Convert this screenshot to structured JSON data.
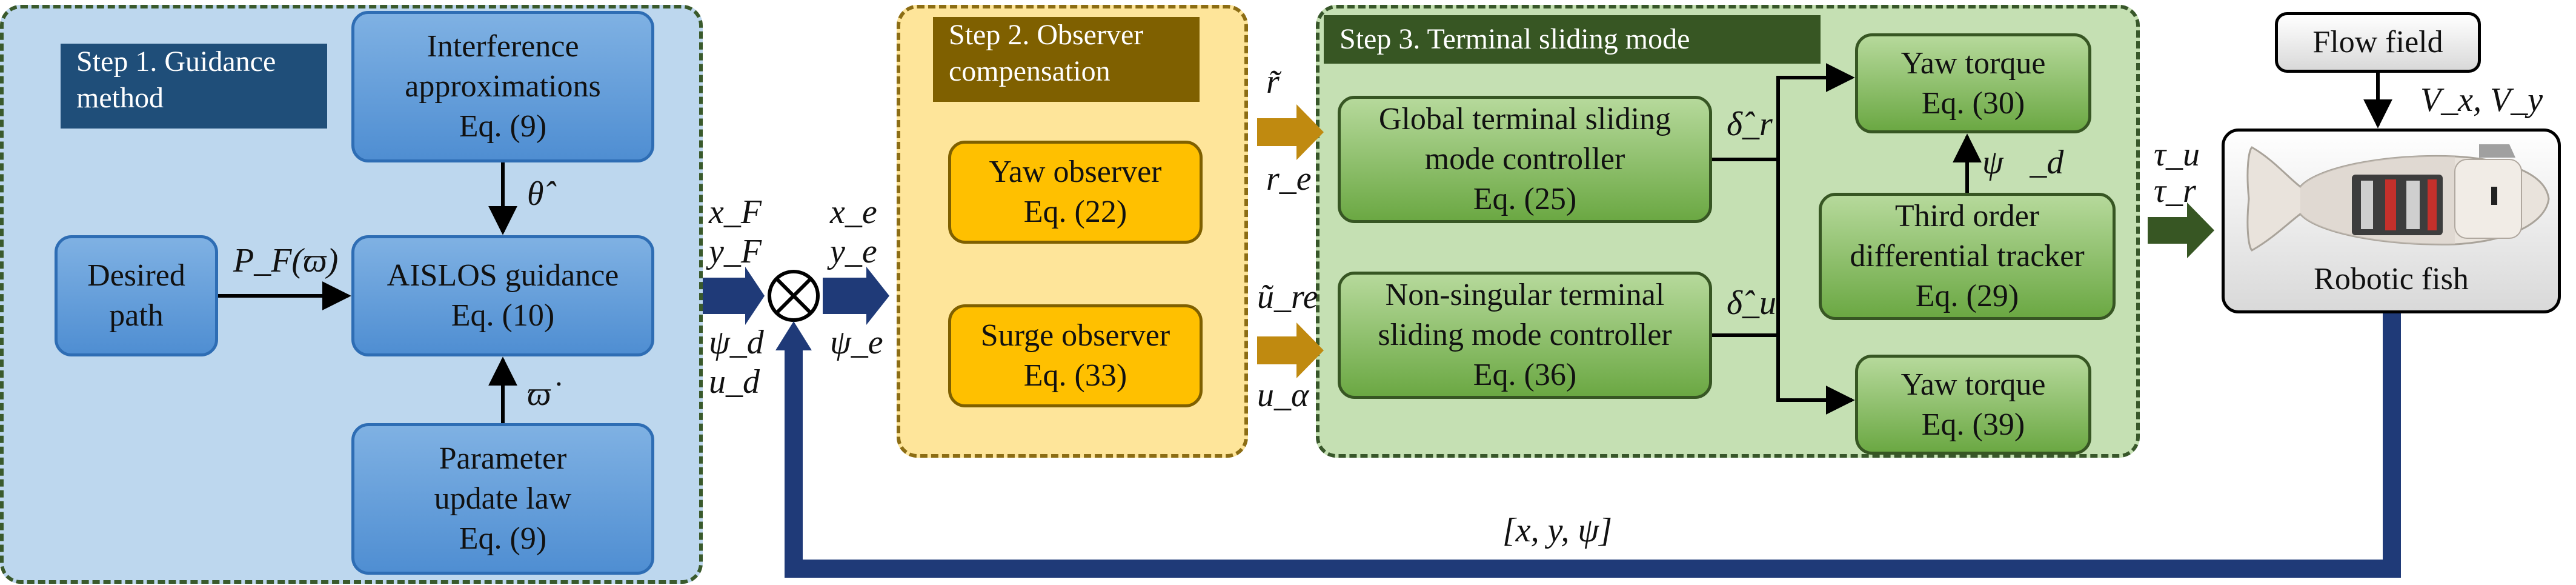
{
  "steps": {
    "step1": "Step 1. Guidance method",
    "step2": "Step 2. Observer compensation",
    "step3": "Step 3. Terminal sliding mode"
  },
  "blocks": {
    "interference": [
      "Interference",
      "approximations",
      "Eq. (9)"
    ],
    "desired_path": [
      "Desired",
      "path"
    ],
    "aislos": [
      "AISLOS guidance",
      "Eq. (10)"
    ],
    "param_update": [
      "Parameter",
      "update law",
      "Eq. (9)"
    ],
    "yaw_observer": [
      "Yaw observer",
      "Eq. (22)"
    ],
    "surge_observer": [
      "Surge observer",
      "Eq. (33)"
    ],
    "global_tsmc": [
      "Global terminal sliding",
      "mode controller",
      "Eq. (25)"
    ],
    "nonsingular_tsmc": [
      "Non-singular terminal",
      "sliding mode controller",
      "Eq. (36)"
    ],
    "yaw_torque_top": [
      "Yaw torque",
      "Eq. (30)"
    ],
    "third_order": [
      "Third order",
      "differential tracker",
      "Eq. (29)"
    ],
    "yaw_torque_bottom": [
      "Yaw torque",
      "Eq. (39)"
    ],
    "flow_field": [
      "Flow field"
    ],
    "robotic_fish": [
      "Robotic fish"
    ]
  },
  "signals": {
    "theta_hat": "θ̂",
    "varpi_dot": "ϖ̇",
    "pf": "P_F(ϖ)",
    "xf": "x_F",
    "yf": "y_F",
    "psid": "ψ_d",
    "ud": "u_d",
    "xe": "x_e",
    "ye": "y_e",
    "psie": "ψ_e",
    "r_tilde": "r̃",
    "re": "r_e",
    "u_re_tilde": "ũ_re",
    "u_alpha": "u_α",
    "delta_r": "δ̂_r",
    "delta_u": "δ̂_u",
    "psi_dddot": "ψ⃛_d",
    "tau_u": "τ_u",
    "tau_r": "τ_r",
    "vx_vy": "V_x, V_y",
    "feedback": "[x, y, ψ]"
  }
}
